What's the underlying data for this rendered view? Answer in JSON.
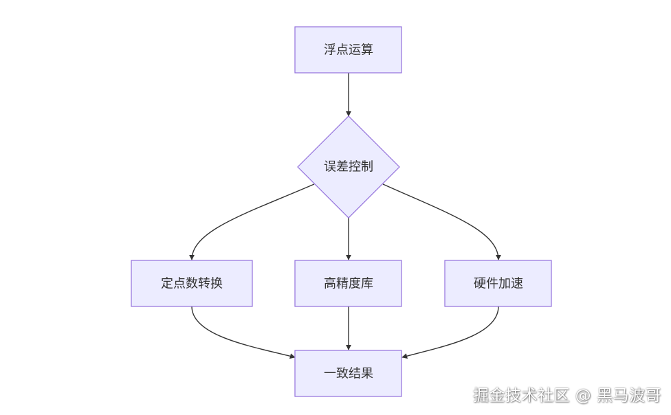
{
  "diagram": {
    "nodes": {
      "float_ops": "浮点运算",
      "error_control": "误差控制",
      "fixed_point": "定点数转换",
      "high_precision": "高精度库",
      "hw_accel": "硬件加速",
      "consistent_result": "一致结果"
    },
    "edges": [
      {
        "from": "float_ops",
        "to": "error_control"
      },
      {
        "from": "error_control",
        "to": "fixed_point"
      },
      {
        "from": "error_control",
        "to": "high_precision"
      },
      {
        "from": "error_control",
        "to": "hw_accel"
      },
      {
        "from": "fixed_point",
        "to": "consistent_result"
      },
      {
        "from": "high_precision",
        "to": "consistent_result"
      },
      {
        "from": "hw_accel",
        "to": "consistent_result"
      }
    ],
    "colors": {
      "node_fill": "#ECECFF",
      "node_stroke": "#9370DB",
      "edge": "#333333",
      "text": "#333333"
    }
  },
  "watermark": "掘金技术社区 @ 黑马波哥"
}
